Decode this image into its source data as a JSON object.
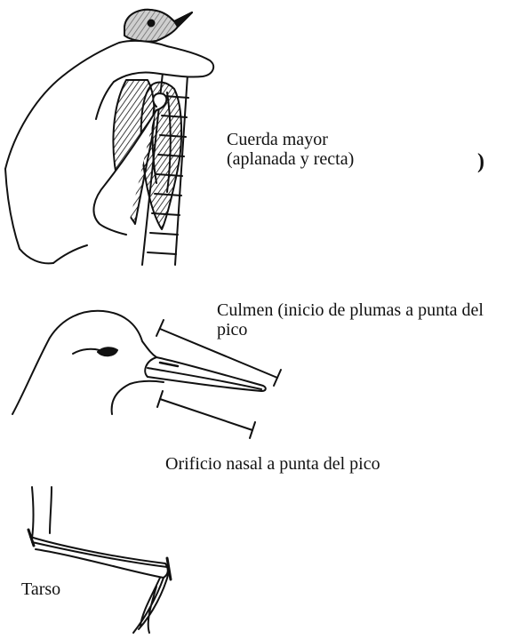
{
  "figure": {
    "wing_chord": {
      "label_line1": "Cuerda mayor",
      "label_line2": "(aplanada y recta)"
    },
    "culmen": {
      "label_line1": "Culmen (inicio de plumas a punta del",
      "label_line2": "pico"
    },
    "nostril_to_tip": {
      "label": "Orificio nasal a punta del pico"
    },
    "tarsus": {
      "label": "Tarso"
    },
    "stray_mark": ")"
  },
  "colors": {
    "ink": "#111111",
    "background": "#ffffff"
  }
}
